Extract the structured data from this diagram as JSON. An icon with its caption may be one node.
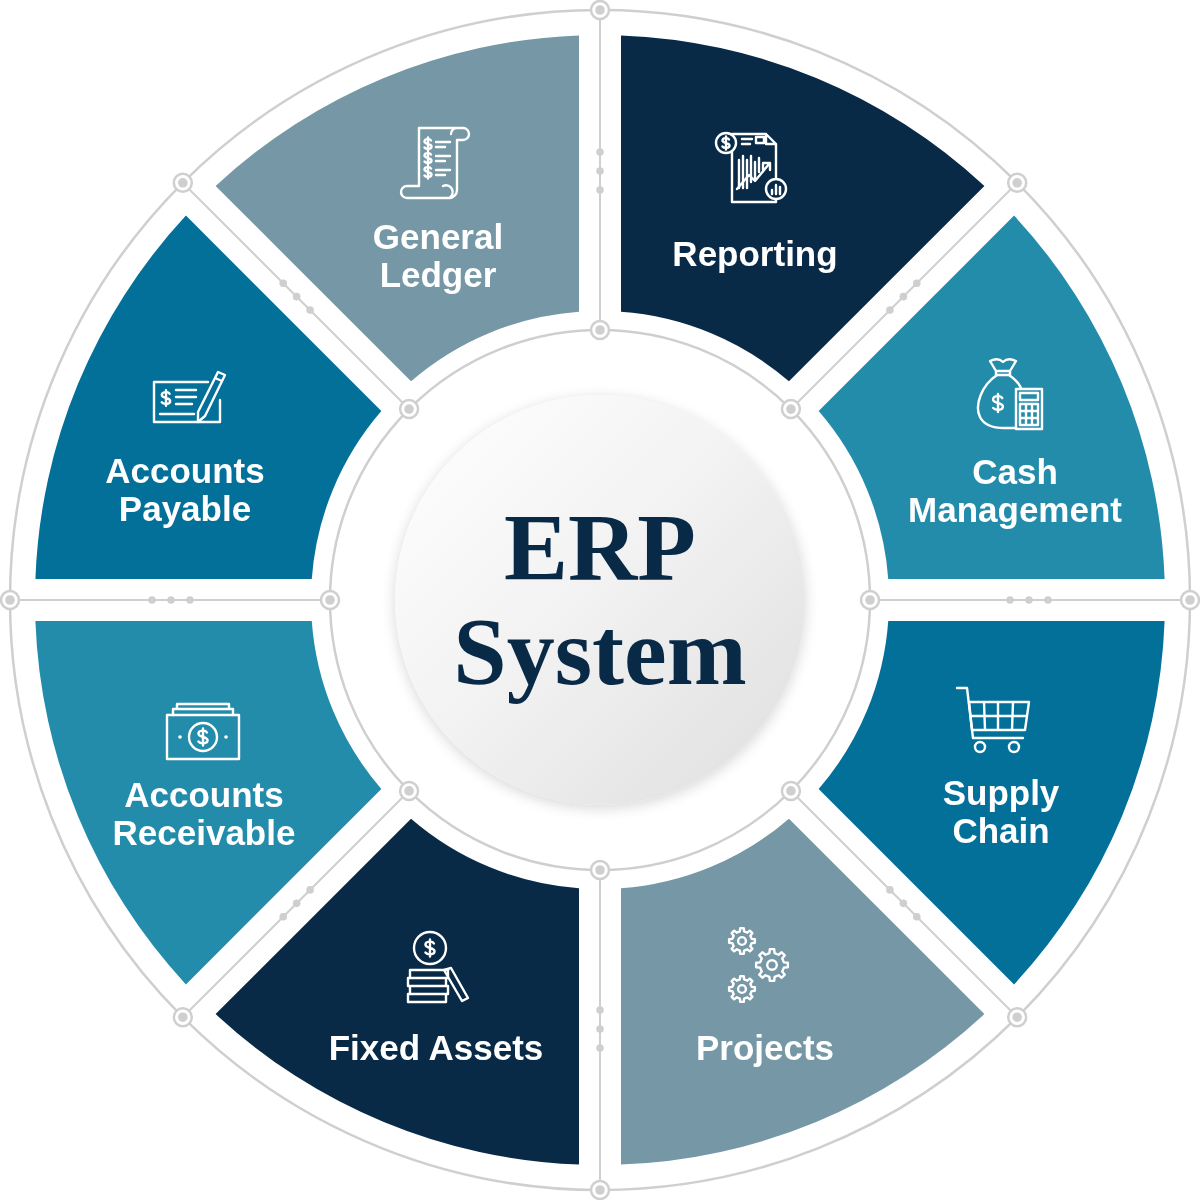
{
  "diagram": {
    "nodes": [
      {
        "text": [
          "ERP System"
        ]
      },
      {
        "text": [
          "General Ledger"
        ]
      },
      {
        "text": [
          "Reporting"
        ]
      },
      {
        "text": [
          "Cash Management"
        ]
      },
      {
        "text": [
          "Supply Chain"
        ]
      },
      {
        "text": [
          "Projects"
        ]
      },
      {
        "text": [
          "Fixed Assets"
        ]
      },
      {
        "text": [
          "Accounts Receivable"
        ]
      },
      {
        "text": [
          "Accounts Payable"
        ]
      }
    ]
  }
}
